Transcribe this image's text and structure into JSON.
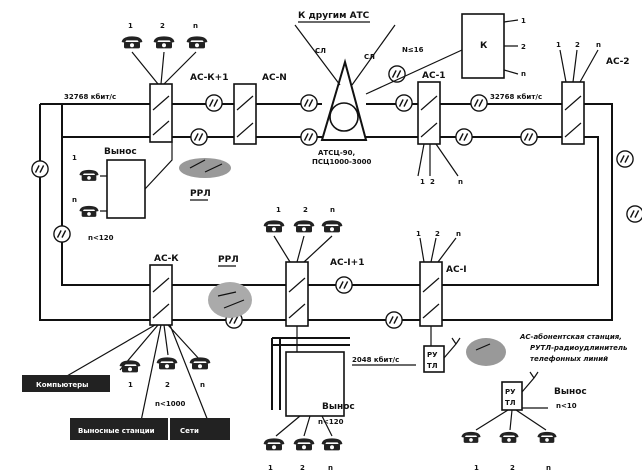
{
  "top_label": "К другим АТС",
  "atc": {
    "line1": "АТСЦ-90,",
    "line2": "ПСЦ1000-3000",
    "sl_left": "СЛ",
    "sl_right": "СЛ"
  },
  "n16": "N≤16",
  "k_box": {
    "label": "К",
    "out1": "1",
    "out2": "2",
    "outn": "n"
  },
  "rate_left": "32768 кбит/с",
  "rate_right": "32768 кбит/с",
  "rate_bottom": "2048 кбит/с",
  "stations": {
    "ack1": "АС-К+1",
    "acn": "АС-N",
    "ac1": "АС-1",
    "ac2": "АС-2",
    "ack": "АС-К",
    "aci1": "АС-I+1",
    "aci": "АС-I"
  },
  "vynos_top": {
    "label": "Вынос",
    "num1": "1",
    "numn": "n",
    "cond": "n<120"
  },
  "vynos_mid": {
    "label": "Вынос",
    "cond": "n<120"
  },
  "vynos_right": {
    "label": "Вынос",
    "cond": "n<10"
  },
  "rrl_top": "РРЛ",
  "rrl_mid": "РРЛ",
  "ruta": "РУ",
  "rutb": "ТЛ",
  "n1000": "n<1000",
  "computers": "Компьютеры",
  "dark_box1": "Выносные станции",
  "dark_box2": "Сети",
  "legend": [
    "АС-абонентская станция,",
    "РУТЛ-радиоудлинитель",
    "телефонных линий"
  ],
  "nums": {
    "one": "1",
    "two": "2",
    "n": "n"
  }
}
